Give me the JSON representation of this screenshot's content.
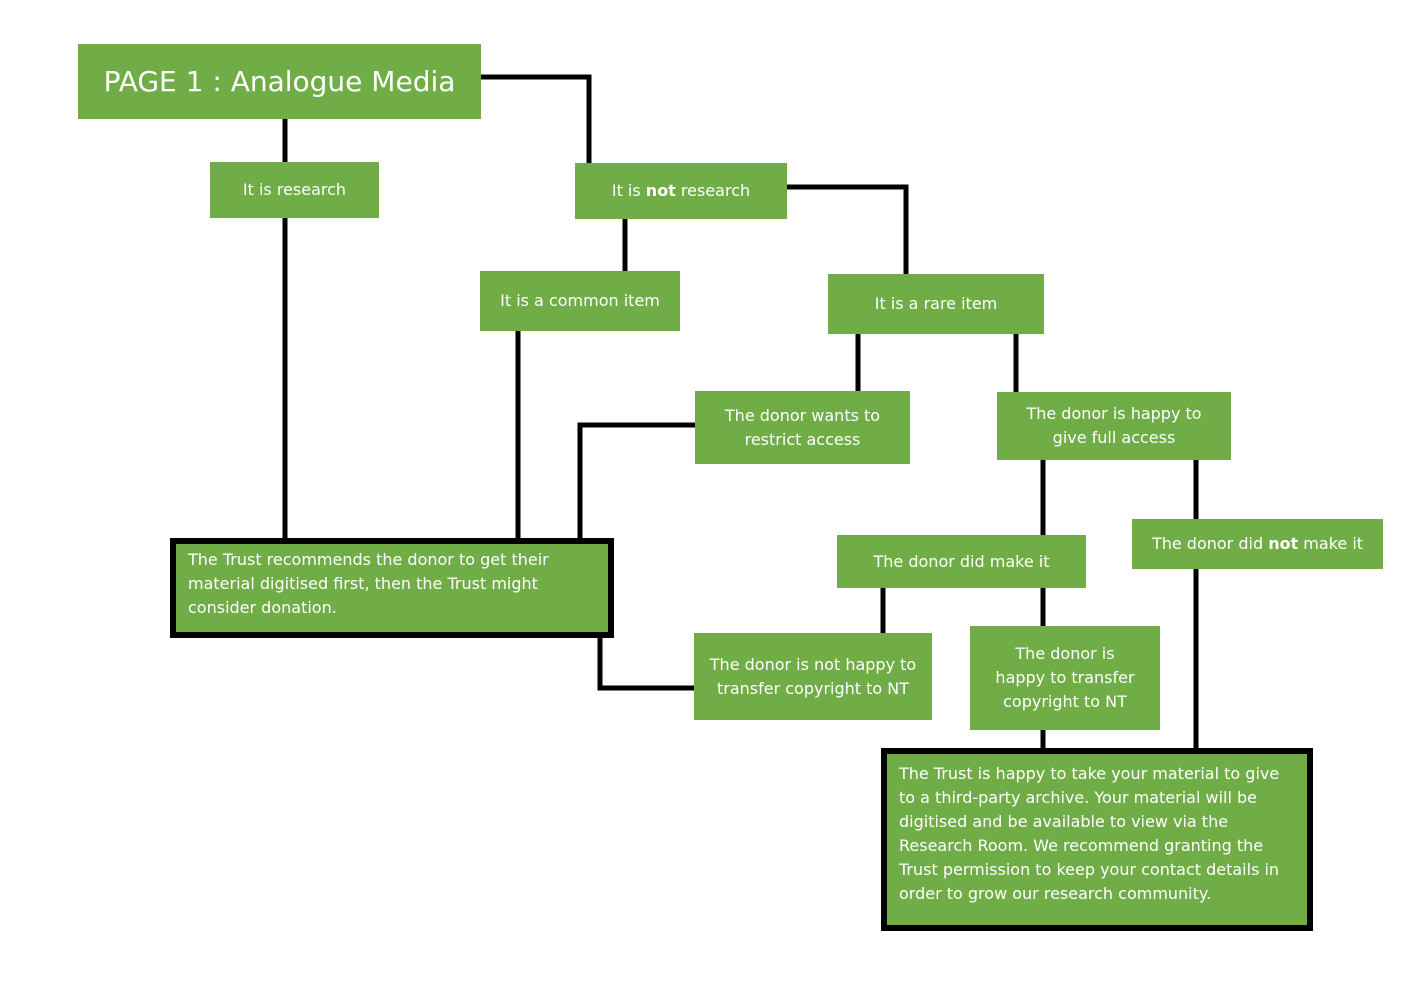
{
  "colors": {
    "node_fill": "#70ad47",
    "text": "#ffffff",
    "connector": "#000000"
  },
  "title": "PAGE 1 : Analogue Media",
  "nodes": {
    "research": "It is research",
    "not_research_pre": "It is ",
    "not_research_bold": "not",
    "not_research_post": " research",
    "common": "It is a common item",
    "rare": "It is a rare item",
    "restrict": "The donor wants to restrict access",
    "full_access": "The donor is happy to give full access",
    "did_make": "The donor did make it",
    "did_not_make_pre": "The donor did ",
    "did_not_make_bold": "not",
    "did_not_make_post": " make it",
    "not_happy_transfer": "The donor is not happy to transfer copyright to NT",
    "happy_transfer": "The donor is happy to transfer copyright to NT"
  },
  "outcomes": {
    "digitise_first": "The Trust recommends the donor to get their material digitised first, then the Trust might consider donation.",
    "accept": "The Trust is happy to take your material to give to a third-party archive. Your material will be digitised and be available to view via the Research Room. We recommend granting the Trust permission to keep your contact details in order to grow our research community."
  }
}
